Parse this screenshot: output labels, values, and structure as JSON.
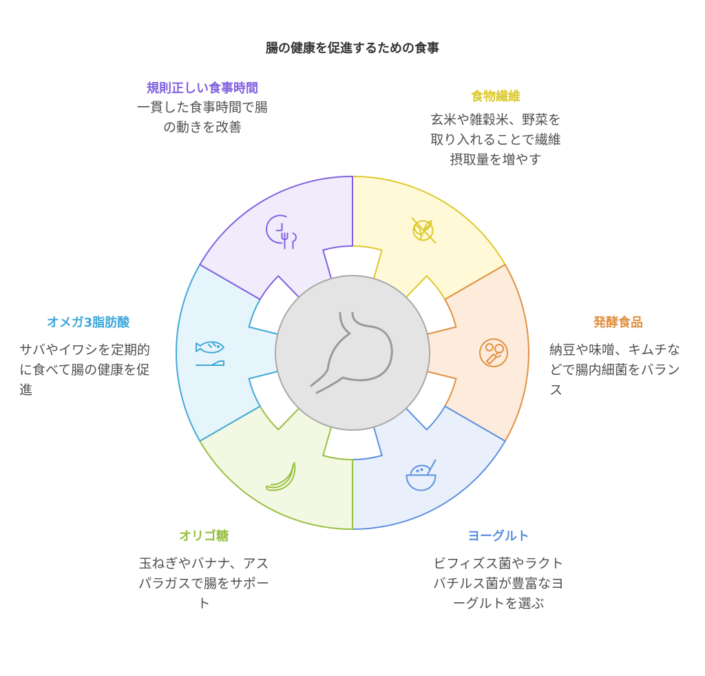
{
  "title": "腸の健康を促進するための食事",
  "segments": [
    {
      "key": "fiber",
      "heading": "食物繊維",
      "body": "玄米や雑穀米、野菜を取り入れることで繊維摂取量を増やす",
      "color": "#dcc82a",
      "fill": "#fff9d8",
      "icon": "grain-off-icon"
    },
    {
      "key": "fermented",
      "heading": "発酵食品",
      "body": "納豆や味噌、キムチなどで腸内細菌をバランス",
      "color": "#e09040",
      "fill": "#fdecdc",
      "icon": "fermented-food-plate-icon"
    },
    {
      "key": "yogurt",
      "heading": "ヨーグルト",
      "body": "ビフィズス菌やラクトバチルス菌が豊富なヨーグルトを選ぶ",
      "color": "#5a90e0",
      "fill": "#e9f0fc",
      "icon": "yogurt-bowl-icon"
    },
    {
      "key": "oligo",
      "heading": "オリゴ糖",
      "body": "玉ねぎやバナナ、アスパラガスで腸をサポート",
      "color": "#98c040",
      "fill": "#f2f8e2",
      "icon": "banana-icon"
    },
    {
      "key": "omega",
      "heading": "オメガ3脂肪酸",
      "body": "サバやイワシを定期的に食べて腸の健康を促進",
      "color": "#40a8d8",
      "fill": "#e6f5fb",
      "icon": "fish-knife-icon"
    },
    {
      "key": "meal",
      "heading": "規則正しい食事時間",
      "body": "一貫した食事時間で腸の動きを改善",
      "color": "#8060e0",
      "fill": "#f0ecfb",
      "icon": "clock-fork-knife-icon"
    }
  ],
  "center_icon": "stomach-icon"
}
